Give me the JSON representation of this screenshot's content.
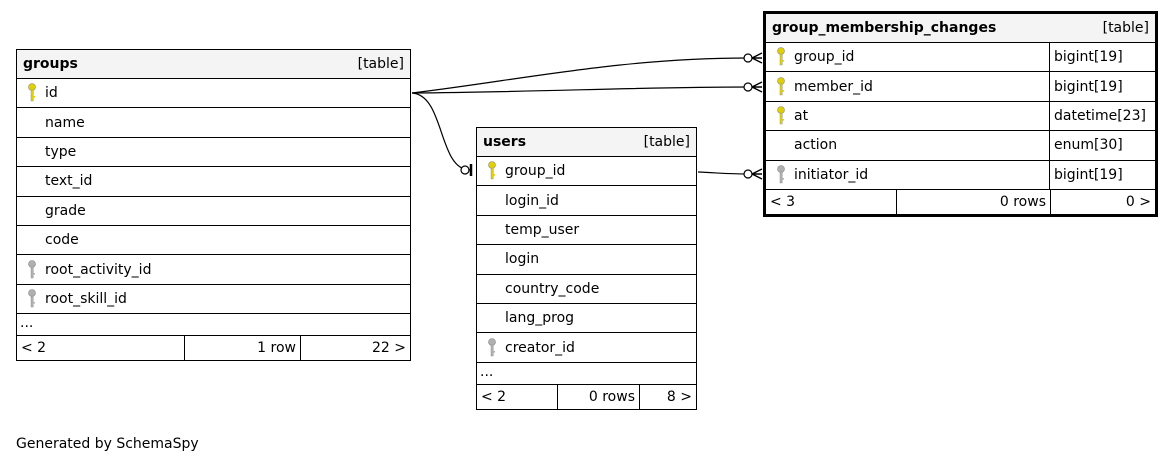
{
  "groups": {
    "name": "groups",
    "kind": "[table]",
    "columns": [
      {
        "name": "id",
        "key": "primary"
      },
      {
        "name": "name",
        "key": "none"
      },
      {
        "name": "type",
        "key": "none"
      },
      {
        "name": "text_id",
        "key": "none"
      },
      {
        "name": "grade",
        "key": "none"
      },
      {
        "name": "code",
        "key": "none"
      },
      {
        "name": "root_activity_id",
        "key": "foreign"
      },
      {
        "name": "root_skill_id",
        "key": "foreign"
      }
    ],
    "more": "...",
    "footer": {
      "parents": "< 2",
      "rows": "1 row",
      "children": "22 >"
    }
  },
  "users": {
    "name": "users",
    "kind": "[table]",
    "columns": [
      {
        "name": "group_id",
        "key": "primary"
      },
      {
        "name": "login_id",
        "key": "none"
      },
      {
        "name": "temp_user",
        "key": "none"
      },
      {
        "name": "login",
        "key": "none"
      },
      {
        "name": "country_code",
        "key": "none"
      },
      {
        "name": "lang_prog",
        "key": "none"
      },
      {
        "name": "creator_id",
        "key": "foreign"
      }
    ],
    "more": "...",
    "footer": {
      "parents": "< 2",
      "rows": "0 rows",
      "children": "8 >"
    }
  },
  "gmc": {
    "name": "group_membership_changes",
    "kind": "[table]",
    "columns": [
      {
        "name": "group_id",
        "type": "bigint[19]",
        "key": "primary"
      },
      {
        "name": "member_id",
        "type": "bigint[19]",
        "key": "primary"
      },
      {
        "name": "at",
        "type": "datetime[23]",
        "key": "primary"
      },
      {
        "name": "action",
        "type": "enum[30]",
        "key": "none"
      },
      {
        "name": "initiator_id",
        "type": "bigint[19]",
        "key": "foreign"
      }
    ],
    "footer": {
      "parents": "< 3",
      "rows": "0 rows",
      "children": "0 >"
    }
  },
  "credit": "Generated by SchemaSpy",
  "colors": {
    "primary_key": "#e0d000",
    "foreign_key": "#b0b0b0",
    "header_bg": "#f4f4f4"
  }
}
